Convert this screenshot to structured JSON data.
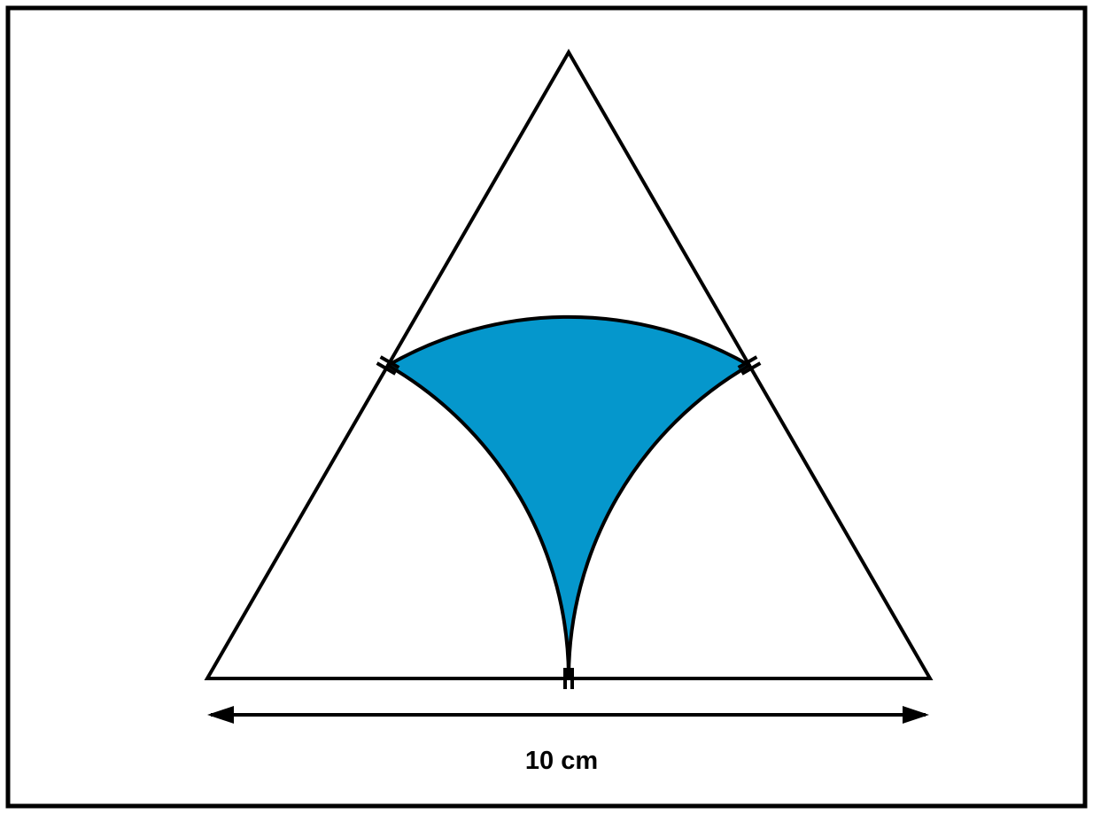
{
  "diagram": {
    "dimension_label": "10 cm",
    "colors": {
      "stroke": "#000000",
      "shaded_region": "#0597CC",
      "background": "#FFFFFF"
    },
    "shapes": {
      "outer": "equilateral-triangle",
      "shaded": "curvilinear-region-bounded-by-three-arcs",
      "markers": "double-tick-marks-at-side-midpoints",
      "dimension": "double-headed-arrow-under-base"
    }
  }
}
